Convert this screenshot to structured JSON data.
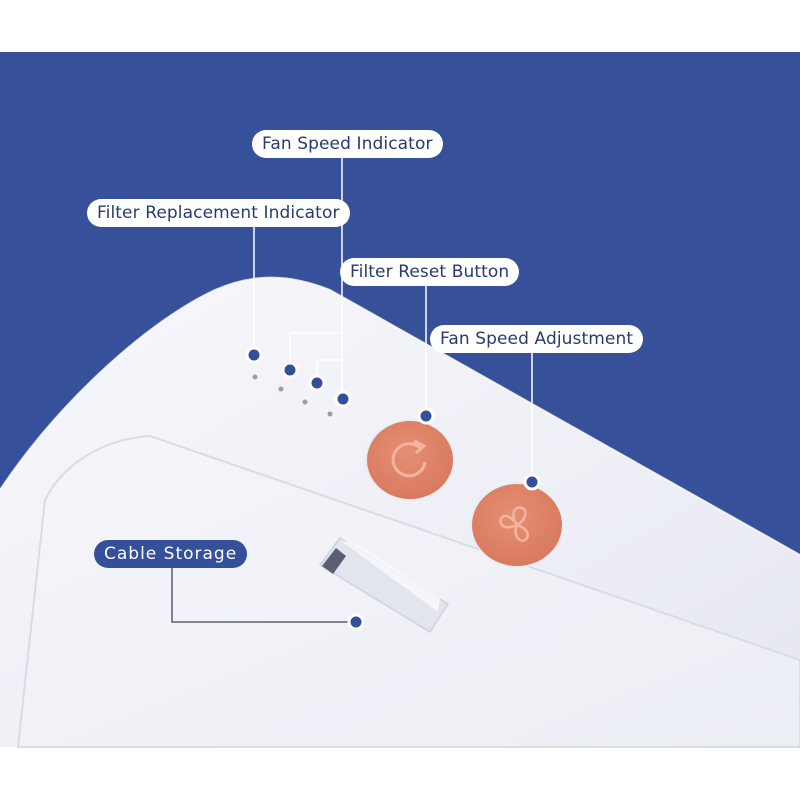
{
  "colors": {
    "background_band": "#36509a",
    "device_body": "#f1f2f8",
    "button": "#e0866b",
    "marker": "#34509a"
  },
  "callouts": {
    "fan_speed_indicator": "Fan Speed Indicator",
    "filter_replacement_indicator": "Filter Replacement Indicator",
    "filter_reset_button": "Filter Reset Button",
    "fan_speed_adjustment": "Fan Speed Adjustment",
    "cable_storage": "Cable Storage"
  },
  "icons": {
    "reset_button": "circular-arrow-icon",
    "fan_button": "fan-icon"
  }
}
